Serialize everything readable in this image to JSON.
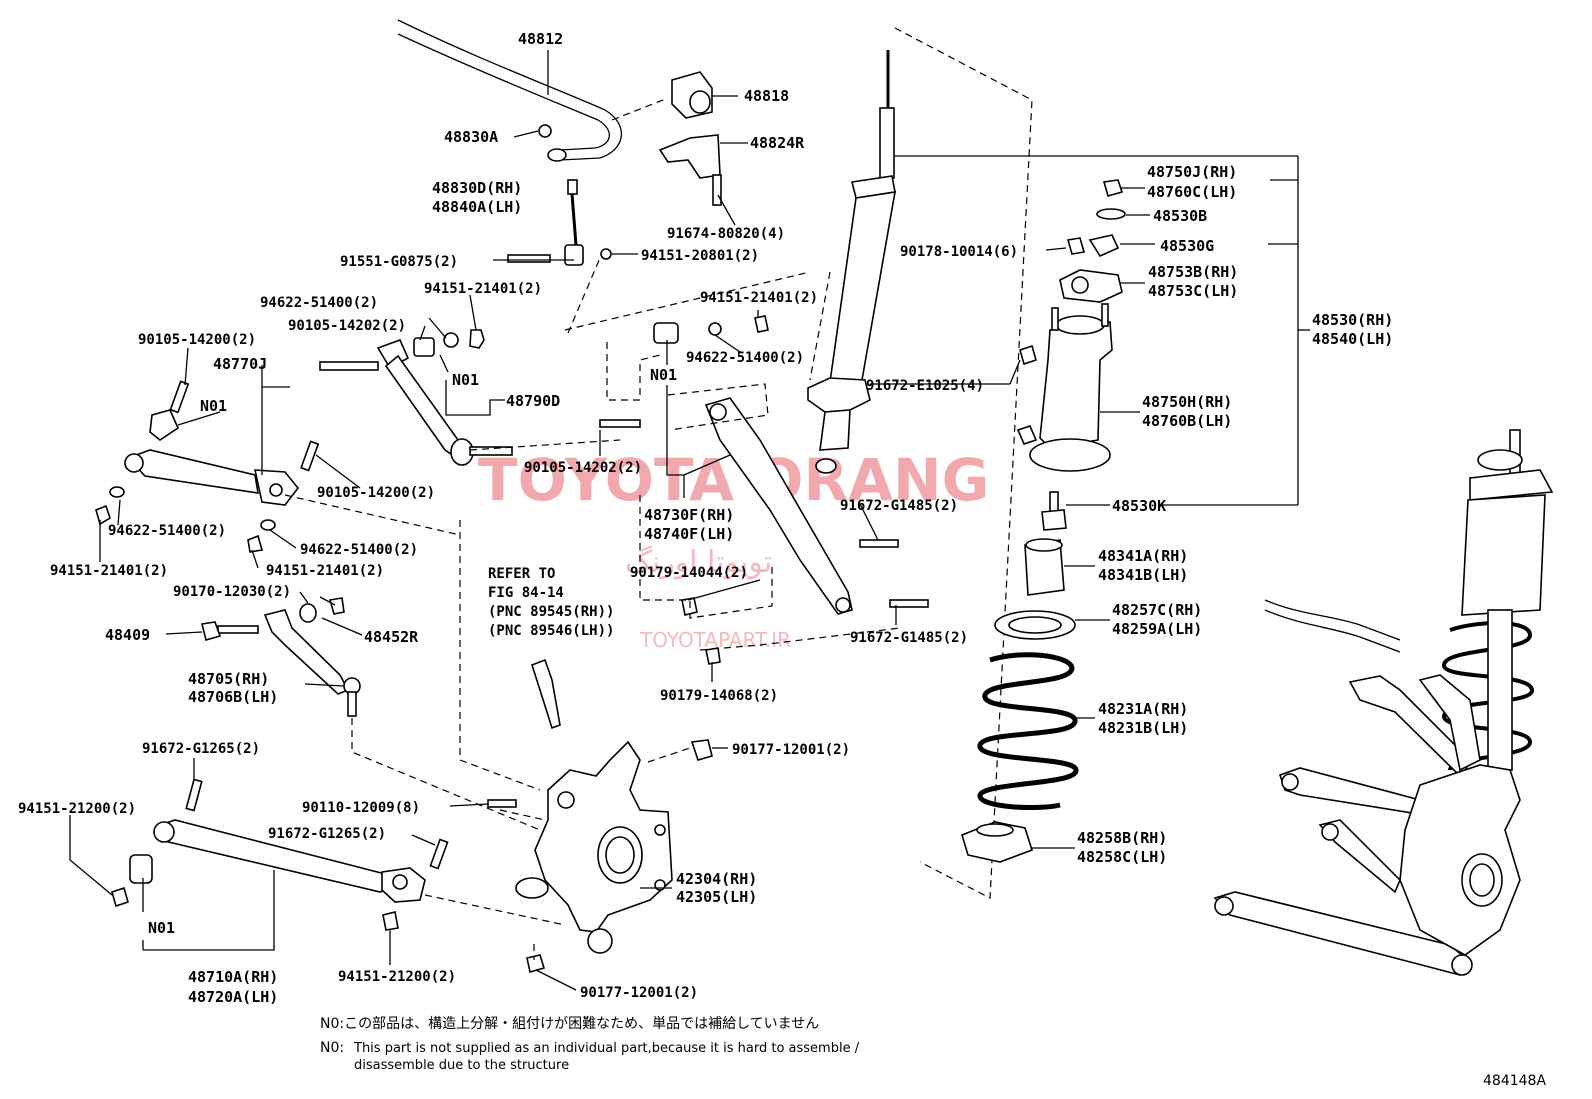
{
  "watermark": {
    "brand": "TOYOTA ORANG",
    "farsi": "تویوتا اورنگ",
    "site": "TOYOTAPART.IR"
  },
  "diagram_id": "484148A",
  "reference": {
    "line1": "REFER TO",
    "line2": "FIG 84-14",
    "line3": "(PNC 89545(RH))",
    "line4": "(PNC 89546(LH))"
  },
  "notes": {
    "jp": "N0:この部品は、構造上分解・組付けが困難なため、単品では補給していません",
    "en_prefix": "N0:",
    "en_line1": "This part is not supplied as an individual part,because it is hard to assemble /",
    "en_line2": "disassemble due to the structure"
  },
  "labels": {
    "p48812": "48812",
    "p48818": "48818",
    "p48830A": "48830A",
    "p48824R": "48824R",
    "p48830D": "48830D(RH)",
    "p48840A": "48840A(LH)",
    "p91674": "91674-80820(4)",
    "p91551": "91551-G0875(2)",
    "p94151_20801": "94151-20801(2)",
    "p94622_a": "94622-51400(2)",
    "p94151_a": "94151-21401(2)",
    "p90105_14200_a": "90105-14200(2)",
    "p90105_14202_a": "90105-14202(2)",
    "p48770J": "48770J",
    "n01_a": "N01",
    "n01_b": "N01",
    "n01_c": "N01",
    "n01_d": "N01",
    "p48790D": "48790D",
    "p94151_b": "94151-21401(2)",
    "p94622_b": "94622-51400(2)",
    "p91672_E1025": "91672-E1025(4)",
    "p90105_14202_b": "90105-14202(2)",
    "p90105_14200_b": "90105-14200(2)",
    "p94622_c": "94622-51400(2)",
    "p94151_c": "94151-21401(2)",
    "p94622_d": "94622-51400(2)",
    "p94151_d": "94151-21401(2)",
    "p48730F": "48730F(RH)",
    "p48740F": "48740F(LH)",
    "p91672_G1485_a": "91672-G1485(2)",
    "p90179_14044": "90179-14044(2)",
    "p91672_G1485_b": "91672-G1485(2)",
    "p90179_14068": "90179-14068(2)",
    "p90170_12030": "90170-12030(2)",
    "p48409": "48409",
    "p48452R": "48452R",
    "p48705": "48705(RH)",
    "p48706B": "48706B(LH)",
    "p91672_G1265_a": "91672-G1265(2)",
    "p90177_12001_a": "90177-12001(2)",
    "p94151_21200_a": "94151-21200(2)",
    "p90110_12009": "90110-12009(8)",
    "p91672_G1265_b": "91672-G1265(2)",
    "p42304": "42304(RH)",
    "p42305": "42305(LH)",
    "p48710A": "48710A(RH)",
    "p48720A": "48720A(LH)",
    "p94151_21200_b": "94151-21200(2)",
    "p90177_12001_b": "90177-12001(2)",
    "p48750J": "48750J(RH)",
    "p48760C": "48760C(LH)",
    "p48530B": "48530B",
    "p90178": "90178-10014(6)",
    "p48530G": "48530G",
    "p48753B": "48753B(RH)",
    "p48753C": "48753C(LH)",
    "p48530": "48530(RH)",
    "p48540": "48540(LH)",
    "p48750H": "48750H(RH)",
    "p48760B": "48760B(LH)",
    "p48530K": "48530K",
    "p48341A": "48341A(RH)",
    "p48341B": "48341B(LH)",
    "p48257C": "48257C(RH)",
    "p48259A": "48259A(LH)",
    "p48231A": "48231A(RH)",
    "p48231B": "48231B(LH)",
    "p48258B": "48258B(RH)",
    "p48258C": "48258C(LH)"
  }
}
